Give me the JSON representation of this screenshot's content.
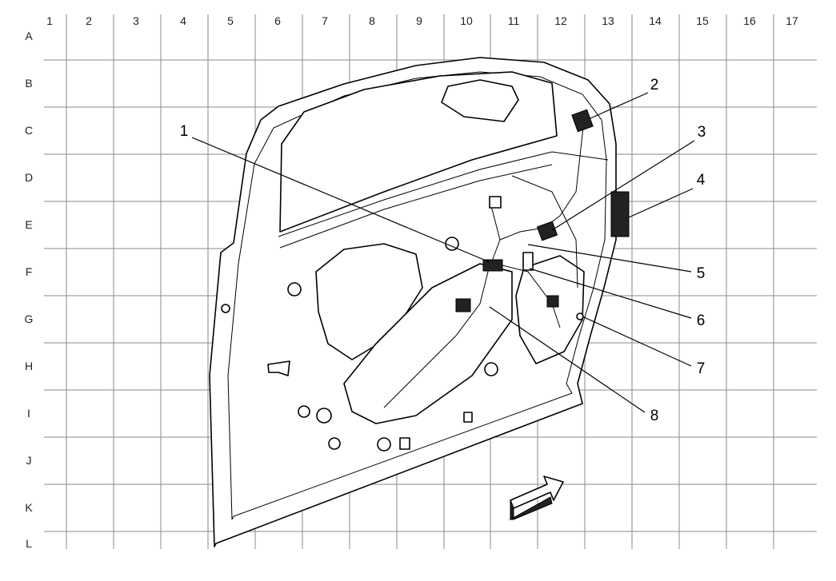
{
  "grid": {
    "columns": [
      "1",
      "2",
      "3",
      "4",
      "5",
      "6",
      "7",
      "8",
      "9",
      "10",
      "11",
      "12",
      "13",
      "14",
      "15",
      "16",
      "17"
    ],
    "rows": [
      "A",
      "B",
      "C",
      "D",
      "E",
      "F",
      "G",
      "H",
      "I",
      "J",
      "K",
      "L"
    ]
  },
  "callouts": [
    {
      "label": "1"
    },
    {
      "label": "2"
    },
    {
      "label": "3"
    },
    {
      "label": "4"
    },
    {
      "label": "5"
    },
    {
      "label": "6"
    },
    {
      "label": "7"
    },
    {
      "label": "8"
    }
  ],
  "icons": {
    "direction_arrow": "front-direction-arrow-icon"
  }
}
